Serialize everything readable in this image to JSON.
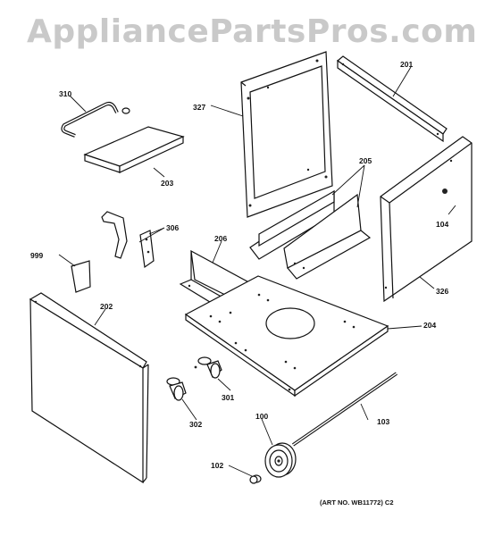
{
  "watermark": "AppliancePartsPros.com",
  "art_number": "(ART NO. WB11772) C2",
  "parts": {
    "p310": "310",
    "p203": "203",
    "p327": "327",
    "p201": "201",
    "p205": "205",
    "p306": "306",
    "p104": "104",
    "p999": "999",
    "p206": "206",
    "p326": "326",
    "p202": "202",
    "p204": "204",
    "p301": "301",
    "p302": "302",
    "p100": "100",
    "p103": "103",
    "p102": "102"
  }
}
